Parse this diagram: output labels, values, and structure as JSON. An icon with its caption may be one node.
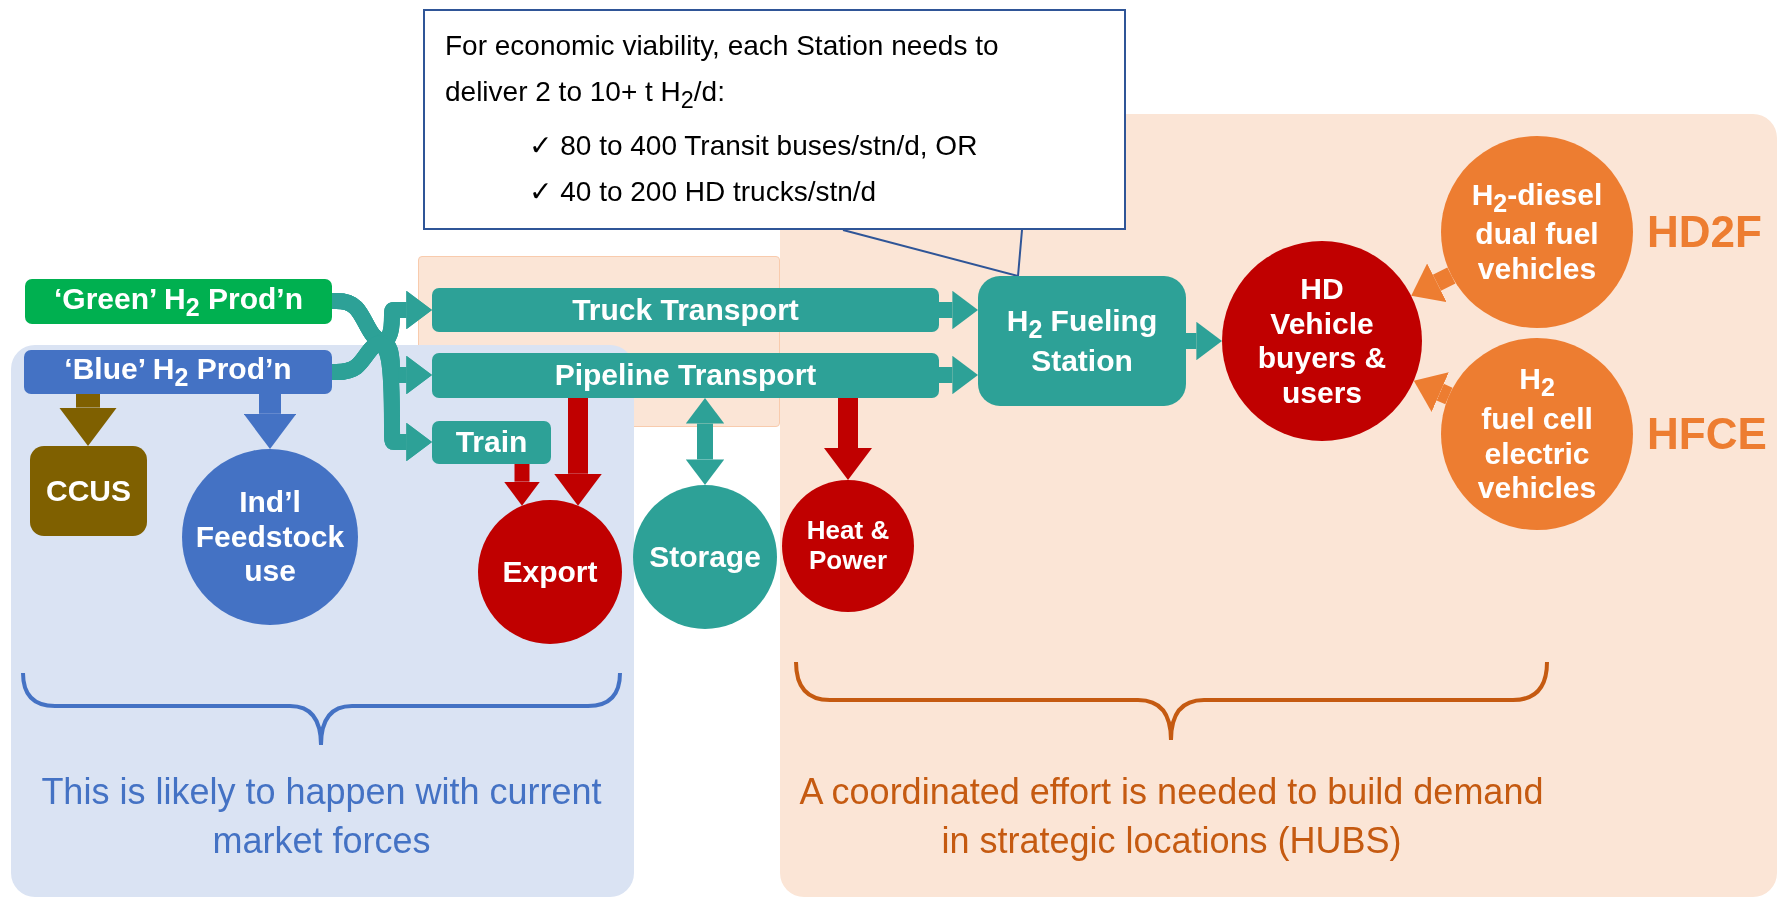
{
  "diagram": {
    "nodes": [
      {
        "text": [
          "For economic viability, each Station needs to deliver 2 to 10+ t H$_{2}$/d:",
          "✓ 80 to 400 Transit buses/stn/d, OR",
          "✓ 40 to 200 HD trucks/stn/d"
        ]
      },
      {
        "text": [
          "This is likely to happen with current market forces"
        ]
      },
      {
        "text": [
          "‘Green’ H$_{2}$ Prod’n"
        ]
      },
      {
        "text": [
          "‘Blue’ H$_{2}$ Prod’n"
        ],
        "in": 1
      },
      {
        "text": [
          "CCUS"
        ],
        "in": 1
      },
      {
        "text": [
          "Ind’l Feedstock use"
        ],
        "in": 1
      },
      {
        "text": [
          "Train"
        ],
        "in": 1
      },
      {
        "text": [
          "Export"
        ],
        "in": 1
      },
      {
        "text": [
          "A coordinated effort is needed to build demand in strategic locations (HUBS)"
        ]
      },
      {
        "text": [
          "Truck Transport"
        ]
      },
      {
        "text": [
          "Pipeline Transport"
        ]
      },
      {
        "text": [
          "Storage"
        ]
      },
      {
        "text": [
          "Heat & Power"
        ],
        "in": 8
      },
      {
        "text": [
          "H$_{2}$ Fueling Station"
        ],
        "in": 8
      },
      {
        "text": [
          "HD Vehicle buyers & users"
        ],
        "in": 8
      },
      {
        "text": [
          "H$_{2}$-diesel dual fuel vehicles"
        ],
        "in": 8,
        "beside": [
          "HD2F"
        ]
      },
      {
        "text": [
          "H$_{2}$",
          "fuel cell electric vehicles"
        ],
        "in": 8,
        "beside": [
          "HFCE"
        ]
      }
    ],
    "edges": [
      {
        "from": 2,
        "to": 9,
        "arrow": "to"
      },
      {
        "from": 2,
        "to": 10,
        "arrow": "to"
      },
      {
        "from": 2,
        "to": 6,
        "arrow": "to"
      },
      {
        "from": 3,
        "to": 9,
        "arrow": "to"
      },
      {
        "from": 3,
        "to": 10,
        "arrow": "to"
      },
      {
        "from": 3,
        "to": 6,
        "arrow": "to"
      },
      {
        "from": 3,
        "to": 4,
        "arrow": "to",
        "color": "#7f6000"
      },
      {
        "from": 3,
        "to": 5,
        "arrow": "to",
        "color": "#4472c4"
      },
      {
        "from": 6,
        "to": 7,
        "arrow": "to",
        "color": "#c00000"
      },
      {
        "from": 10,
        "to": 7,
        "arrow": "to",
        "color": "#c00000"
      },
      {
        "from": 10,
        "to": 11,
        "arrow": "both"
      },
      {
        "from": 10,
        "to": 12,
        "arrow": "to",
        "color": "#c00000"
      },
      {
        "from": 9,
        "to": 13,
        "arrow": "to"
      },
      {
        "from": 10,
        "to": 13,
        "arrow": "to"
      },
      {
        "from": 13,
        "to": 14,
        "arrow": "to"
      },
      {
        "from": 15,
        "to": 14,
        "arrow": "to",
        "color": "#ed7d31"
      },
      {
        "from": 16,
        "to": 14,
        "arrow": "to",
        "color": "#ed7d31"
      },
      {
        "from": 0,
        "to": 13,
        "arrow": "none",
        "color": "#2f5597"
      }
    ]
  }
}
